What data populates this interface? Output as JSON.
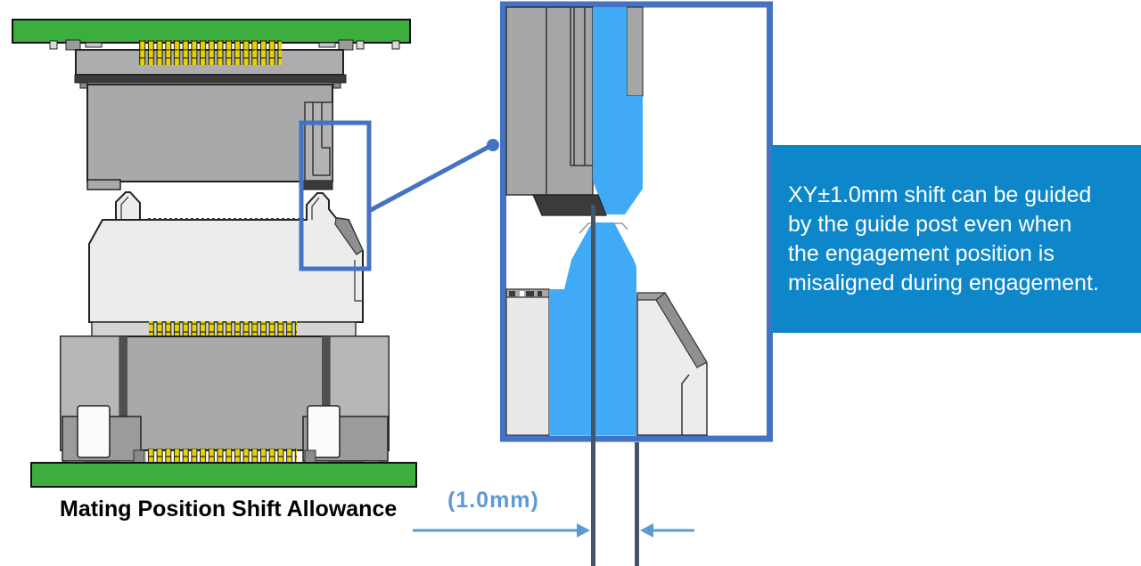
{
  "colors": {
    "pcb-green": "#3BAE3E",
    "connector-gray": "#A9A9A9",
    "connector-light": "#ECECEC",
    "pin-yellow": "#E6D400",
    "highlight-blue": "#41AAF7",
    "callout-blue": "#4472C4",
    "note-bg": "#0E87CA",
    "note-text": "#FFFFFF",
    "dim-line": "#44546A",
    "arrow-blue": "#5B9BD5",
    "label-black": "#000000"
  },
  "caption": "Mating Position Shift Allowance",
  "dimension": {
    "label": "(1.0mm)"
  },
  "note": {
    "lines": [
      "XY±1.0mm shift can be guided",
      "by the guide post even when",
      "the engagement position is",
      "misaligned during engagement."
    ]
  }
}
